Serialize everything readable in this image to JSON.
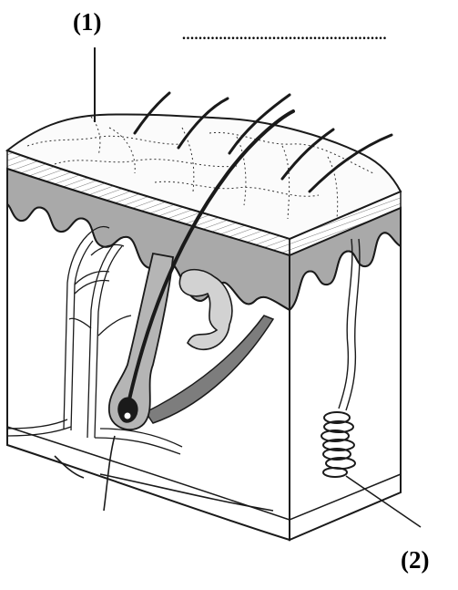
{
  "labels": {
    "one": "(1)",
    "two": "(2)"
  },
  "answer_blank": "..................................................",
  "colors": {
    "ink": "#1a1a1a",
    "shade": "#a9a9a9",
    "dark_shade": "#7d7d7d",
    "paper": "#ffffff"
  },
  "figure": {
    "subject": "skin-cross-section-diagram",
    "parts": [
      "epidermis-layer",
      "dermis-block",
      "hair-follicle",
      "hairs",
      "blood-vessels",
      "sweat-gland-coil",
      "sebaceous-gland",
      "arrector-pili-muscle"
    ]
  }
}
